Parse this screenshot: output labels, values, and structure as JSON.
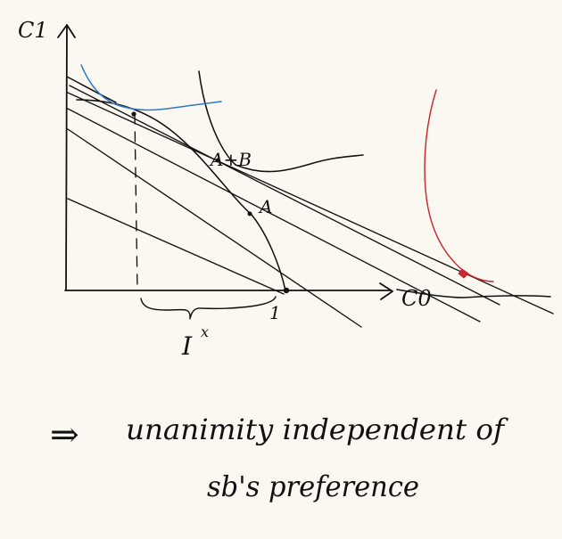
{
  "colors": {
    "paper": "#fbf8f1",
    "ink": "#111111",
    "blue_curve": "#2f78c9",
    "red_curve": "#c8282d"
  },
  "axes": {
    "y_label": "C1",
    "x_label": "C0"
  },
  "points": {
    "ab": "A+B",
    "a": "A",
    "one": "1"
  },
  "brace": {
    "label": "I",
    "superscript": "x"
  },
  "conclusion": {
    "arrow": "⇒",
    "line1": "unanimity independent of",
    "line2": "sb's preference"
  }
}
